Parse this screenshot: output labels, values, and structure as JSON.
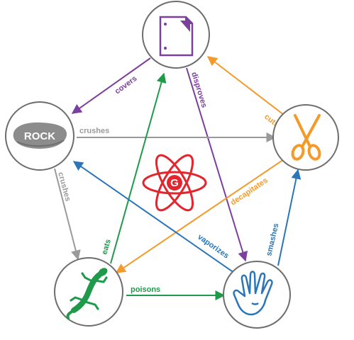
{
  "nodes": {
    "paper": {
      "name": "paper-node",
      "icon": "paper-icon"
    },
    "scissors": {
      "name": "scissors-node",
      "icon": "scissors-icon"
    },
    "lizard": {
      "name": "lizard-node",
      "icon": "lizard-icon"
    },
    "spock": {
      "name": "spock-node",
      "icon": "vulcan-hand-icon"
    },
    "rock": {
      "name": "rock-node",
      "icon": "rock-icon",
      "label": "ROCK"
    }
  },
  "edges": {
    "paper_covers_rock": {
      "label": "covers",
      "color": "#7b3f9e"
    },
    "paper_disproves_spock": {
      "label": "disproves",
      "color": "#7b3f9e"
    },
    "scissors_cuts_paper": {
      "label": "cuts",
      "color": "#f39a2b"
    },
    "scissors_decapitates_lizard": {
      "label": "decapitates",
      "color": "#f39a2b"
    },
    "rock_crushes_scissors": {
      "label": "crushes",
      "color": "#9a9a9a"
    },
    "rock_crushes_lizard": {
      "label": "crushes",
      "color": "#9a9a9a"
    },
    "lizard_eats_paper": {
      "label": "eats",
      "color": "#1f9a4a"
    },
    "lizard_poisons_spock": {
      "label": "poisons",
      "color": "#1f9a4a"
    },
    "spock_vaporizes_rock": {
      "label": "vaporizes",
      "color": "#2a76b8"
    },
    "spock_smashes_scissors": {
      "label": "smashes",
      "color": "#2a76b8"
    }
  },
  "center_logo": {
    "icon": "atom-g-logo-icon",
    "letter": "G",
    "color": "#e3262e"
  }
}
